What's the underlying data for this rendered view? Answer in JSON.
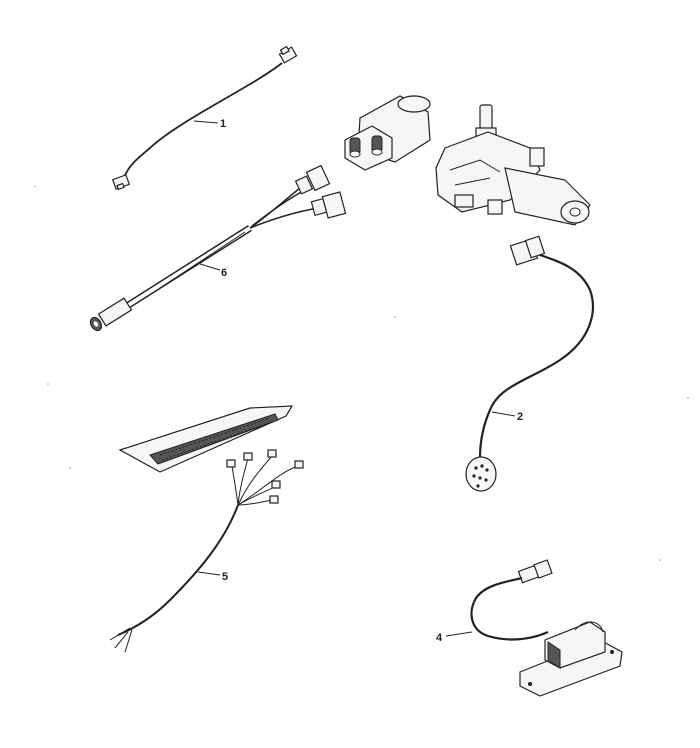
{
  "diagram": {
    "callouts": [
      "1",
      "2",
      "4",
      "5",
      "6"
    ]
  }
}
